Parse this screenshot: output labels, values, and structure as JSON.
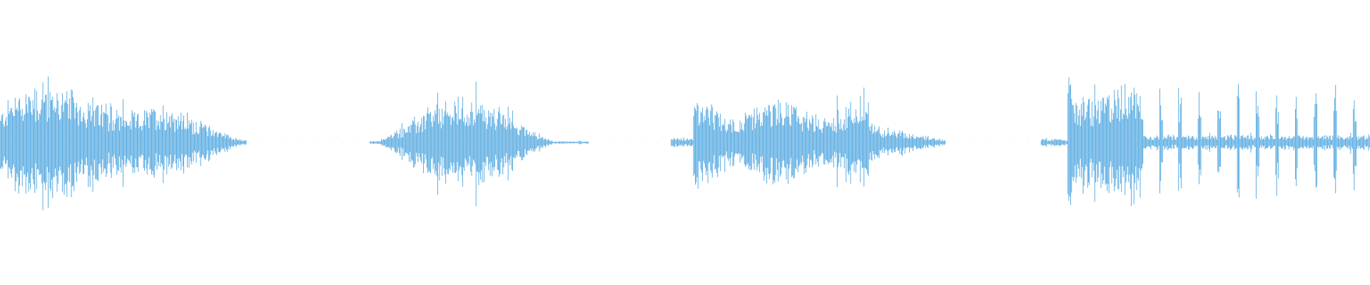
{
  "waveform": {
    "color": "#5dade2",
    "background": "#ffffff",
    "segments": [
      {
        "start_s": 0.0,
        "end_s": 0.18,
        "peak": 0.85,
        "envelope": "burst-decay"
      },
      {
        "start_s": 0.27,
        "end_s": 0.43,
        "peak": 0.62,
        "envelope": "swell"
      },
      {
        "start_s": 0.49,
        "end_s": 0.69,
        "peak": 0.9,
        "envelope": "dense-then-spikes"
      },
      {
        "start_s": 0.76,
        "end_s": 1.0,
        "peak": 0.9,
        "envelope": "dense-then-rhythmic"
      }
    ]
  }
}
